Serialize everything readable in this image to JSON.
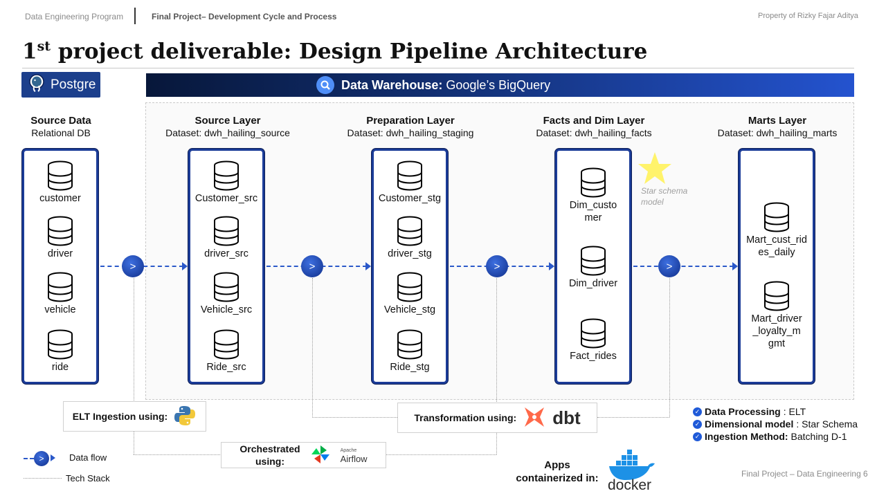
{
  "header": {
    "program": "Data Engineering Program",
    "project": "Final Project– Development Cycle and Process",
    "property": "Property of Rizky Fajar Aditya"
  },
  "title": {
    "ordinal": "1",
    "ordinal_suffix": "st",
    "text": "project deliverable: Design Pipeline Architecture"
  },
  "postgre_badge": "Postgre",
  "warehouse": {
    "label": "Data Warehouse:",
    "value": "Google’s BigQuery"
  },
  "columns": [
    {
      "title": "Source Data",
      "subtitle": "Relational DB",
      "items": [
        "customer",
        "driver",
        "vehicle",
        "ride"
      ]
    },
    {
      "title": "Source Layer",
      "subtitle": "Dataset: dwh_hailing_source",
      "items": [
        "Customer_src",
        "driver_src",
        "Vehicle_src",
        "Ride_src"
      ]
    },
    {
      "title": "Preparation Layer",
      "subtitle": "Dataset: dwh_hailing_staging",
      "items": [
        "Customer_stg",
        "driver_stg",
        "Vehicle_stg",
        "Ride_stg"
      ]
    },
    {
      "title": "Facts and Dim Layer",
      "subtitle": "Dataset: dwh_hailing_facts",
      "items": [
        "Dim_custo\nmer",
        "Dim_driver",
        "Fact_rides"
      ]
    },
    {
      "title": "Marts Layer",
      "subtitle": "Dataset: dwh_hailing_marts",
      "items": [
        "Mart_cust_rid\nes_daily",
        "Mart_driver\n_loyalty_m\ngmt"
      ]
    }
  ],
  "flow_symbol": ">",
  "star_note": "Star schema\nmodel",
  "tools": {
    "elt": "ELT Ingestion using:",
    "transform": "Transformation using:",
    "dbt": "dbt",
    "orchestrated": "Orchestrated\nusing:",
    "airflow_small": "Apache",
    "airflow": "Airflow",
    "apps": "Apps\ncontainerized in:",
    "docker": "docker"
  },
  "legend": {
    "data_flow": "Data flow",
    "tech_stack": "Tech Stack"
  },
  "notes": [
    {
      "label": "Data Processing",
      "value": ": ELT"
    },
    {
      "label": "Dimensional model",
      "value": ": Star Schema"
    },
    {
      "label": "Ingestion Method:",
      "value": " Batching D-1"
    }
  ],
  "footer": {
    "text": "Final Project – Data Engineering",
    "page": "6"
  },
  "colors": {
    "panel_border": "#1b3c98",
    "flow": "#2a58c9",
    "node": "#1a3fa8",
    "star": "#fff36b"
  }
}
